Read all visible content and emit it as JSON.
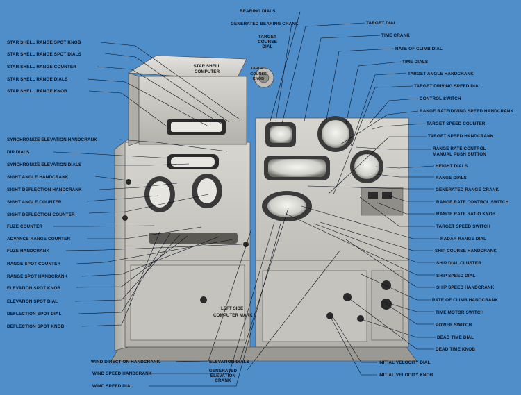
{
  "left_labels": [
    "STAR SHELL RANGE SPOT KNOB",
    "STAR SHELL RANGE SPOT DIALS",
    "STAR SHELL RANGE COUNTER",
    "STAR SHELL RANGE DIALS",
    "STAR SHELL RANGE KNOB",
    "SYNCHRONIZE ELEVATION HANDCRANK",
    "DIP DIALS",
    "SYNCHRONIZE ELEVATION DIALS",
    "SIGHT ANGLE HANDCRANK",
    "SIGHT DEFLECTION HANDCRANK",
    "SIGHT ANGLE COUNTER",
    "SIGHT DEFLECTION COUNTER",
    "FUZE COUNTER",
    "ADVANCE RANGE COUNTER",
    "FUZE HANDCRANK",
    "RANGE SPOT COUNTER",
    "RANGE SPOT HANDCRANK",
    "ELEVATION SPOT KNOB",
    "ELEVATION SPOT DIAL",
    "DEFLECTION SPOT DIAL",
    "DEFLECTION SPOT KNOB"
  ],
  "right_labels": [
    "BEARING DIALS",
    "GENERATED BEARING CRANK",
    "TARGET DIAL",
    "TIME CRANK",
    "RATE OF CLIMB DIAL",
    "TIME DIALS",
    "TARGET ANGLE HANDCRANK",
    "TARGET DRIVING SPEED DIAL",
    "CONTROL SWITCH",
    "RANGE RATE/DIVING SPEED HANDCRANK",
    "TARGET SPEED COUNTER",
    "TARGET SPEED HANDCRANK",
    "RANGE RATE CONTROL",
    "MANUAL PUSH BUTTON",
    "HEIGHT DIALS",
    "RANGE DIALS",
    "GENERATED RANGE CRANK",
    "RANGE RATE CONTROL SWITCH",
    "RANGE RATE RATIO KNOB",
    "TARGET SPEED SWITCH",
    "RADAR RANGE DIAL",
    "SHIP COURSE HANDCRANK",
    "SHIP DIAL CLUSTER",
    "SHIP SPEED DIAL",
    "SHIP SPEED HANDCRANK",
    "RATE OF CLIMB HANDCRANK",
    "TIME MOTOR SWITCH",
    "POWER SWITCH",
    "DEAD TIME DIAL",
    "DEAD TIME KNOB",
    "INITIAL VELOCITY DIAL",
    "INITIAL VELOCITY KNOB"
  ],
  "bottom_labels": [
    "WIND DIRECTION HANDCRANK",
    "WIND SPEED HANDCRANK",
    "WIND SPEED DIAL",
    "ELEVATION DIALS",
    "GENERATED ELEVATION CRANK"
  ],
  "top_labels": {
    "target_course_dial": "TARGET COURSE DIAL"
  },
  "panel_labels": {
    "star_shell_computer": "STAR SHELL COMPUTER",
    "target_course_knob": "TARGET COURSE KNOB",
    "left_side": "LEFT SIDE",
    "computer_mark": "COMPUTER MARK I"
  },
  "colors": {
    "background": "#4f8ec9",
    "metal_light": "#d9d8d3",
    "metal_mid": "#b9b8b2",
    "metal_dark": "#8d8c86"
  }
}
